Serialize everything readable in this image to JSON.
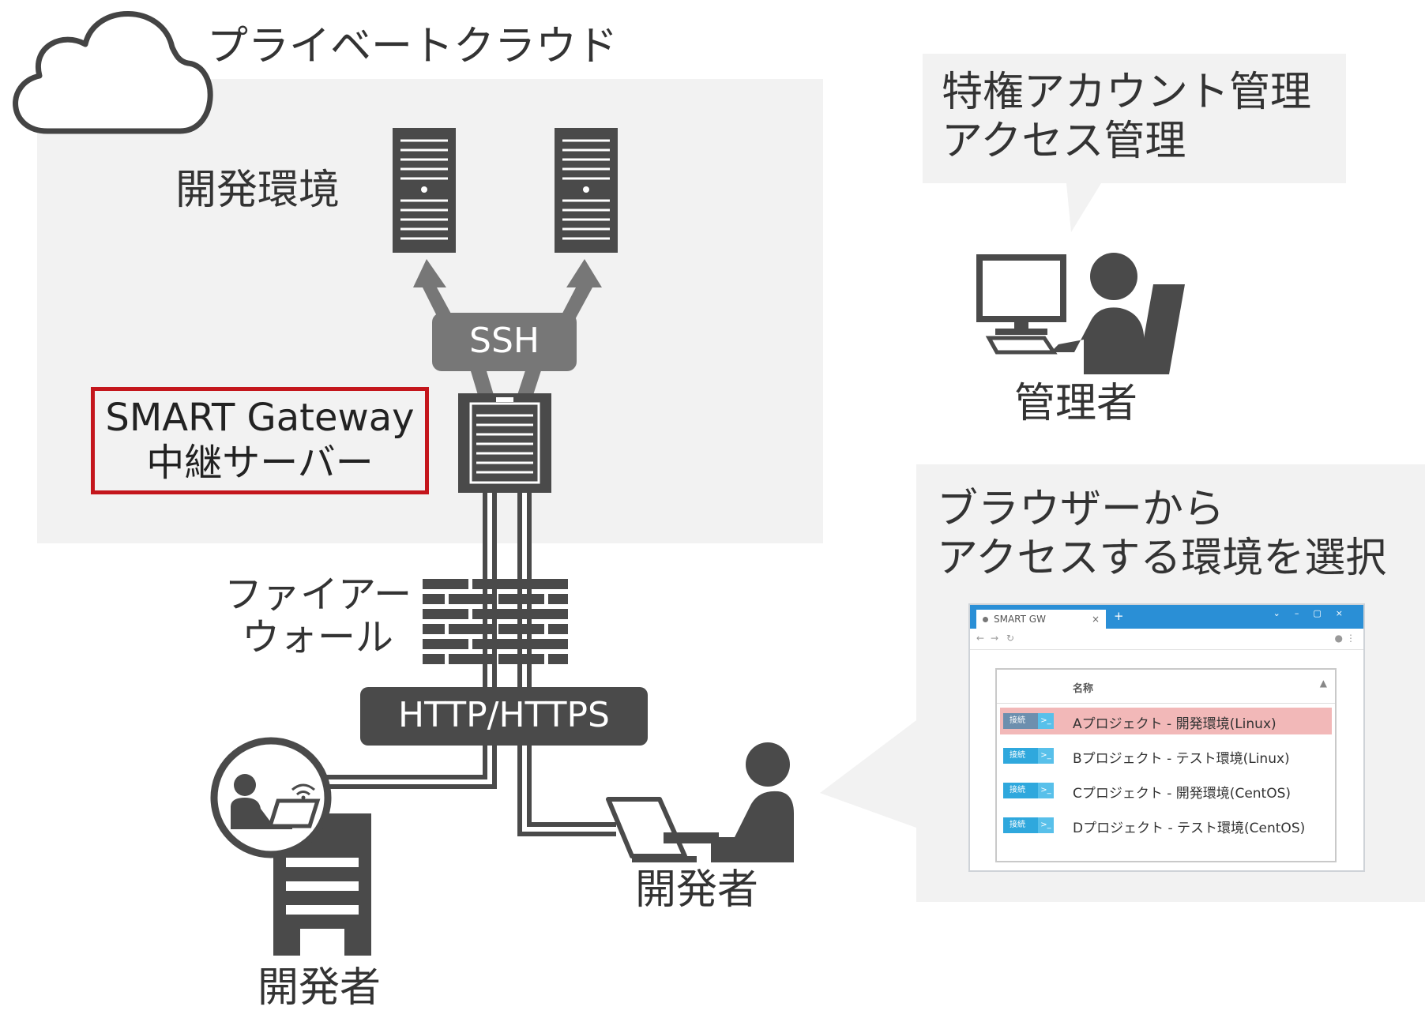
{
  "private_cloud": {
    "title": "プライベートクラウド",
    "dev_env_label": "開発環境",
    "ssh_label": "SSH",
    "gateway_label_line1": "SMART Gateway",
    "gateway_label_line2": "中継サーバー"
  },
  "firewall": {
    "label_line1": "ファイアー",
    "label_line2": "ウォール",
    "protocol_label": "HTTP/HTTPS"
  },
  "developers": {
    "remote_label": "開発者",
    "office_label": "開発者"
  },
  "admin": {
    "bubble_line1": "特権アカウント管理",
    "bubble_line2": "アクセス管理",
    "label": "管理者"
  },
  "browser_callout": {
    "caption_line1": "ブラウザーから",
    "caption_line2": "アクセスする環境を選択",
    "tab_title": "SMART GW",
    "column_header": "名称",
    "connect_label": "接続",
    "rows": [
      {
        "name": "Aプロジェクト - 開発環境(Linux)",
        "highlight": true
      },
      {
        "name": "Bプロジェクト - テスト環境(Linux)",
        "highlight": false
      },
      {
        "name": "Cプロジェクト - 開発環境(CentOS)",
        "highlight": false
      },
      {
        "name": "Dプロジェクト - テスト環境(CentOS)",
        "highlight": false
      }
    ]
  },
  "colors": {
    "dark_gray": "#4a4a4a",
    "mid_gray": "#777777",
    "panel_gray": "#f2f2f2",
    "highlight_red": "#c4161c",
    "highlight_row": "#f2b8b8",
    "browser_blue": "#2a8fd6"
  }
}
